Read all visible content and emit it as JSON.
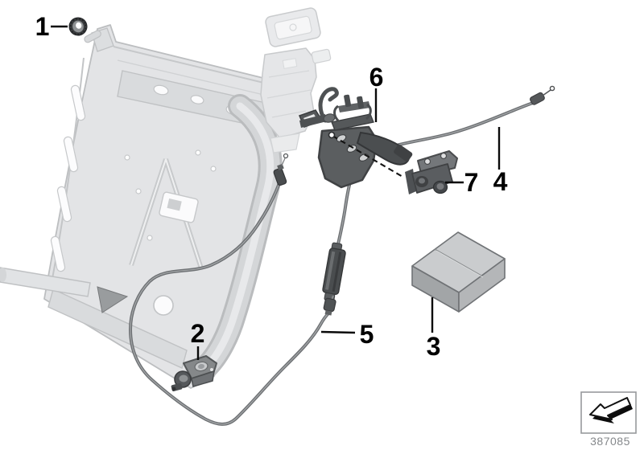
{
  "diagram": {
    "callouts": [
      {
        "label": "1"
      },
      {
        "label": "2"
      },
      {
        "label": "3"
      },
      {
        "label": "4"
      },
      {
        "label": "5"
      },
      {
        "label": "6"
      },
      {
        "label": "7"
      }
    ],
    "doc_number": "387085",
    "colors": {
      "background": "#ffffff",
      "ghost_fill": "#e3e4e6",
      "ghost_line": "#bfc1c3",
      "dark_part": "#4f5254",
      "cable": "#77797c",
      "callout_text": "#000000",
      "doc_number_text": "#85888b"
    },
    "icons": [
      {
        "name": "page-back-arrow-icon",
        "shape": "3d-arrow-down-left"
      }
    ]
  }
}
